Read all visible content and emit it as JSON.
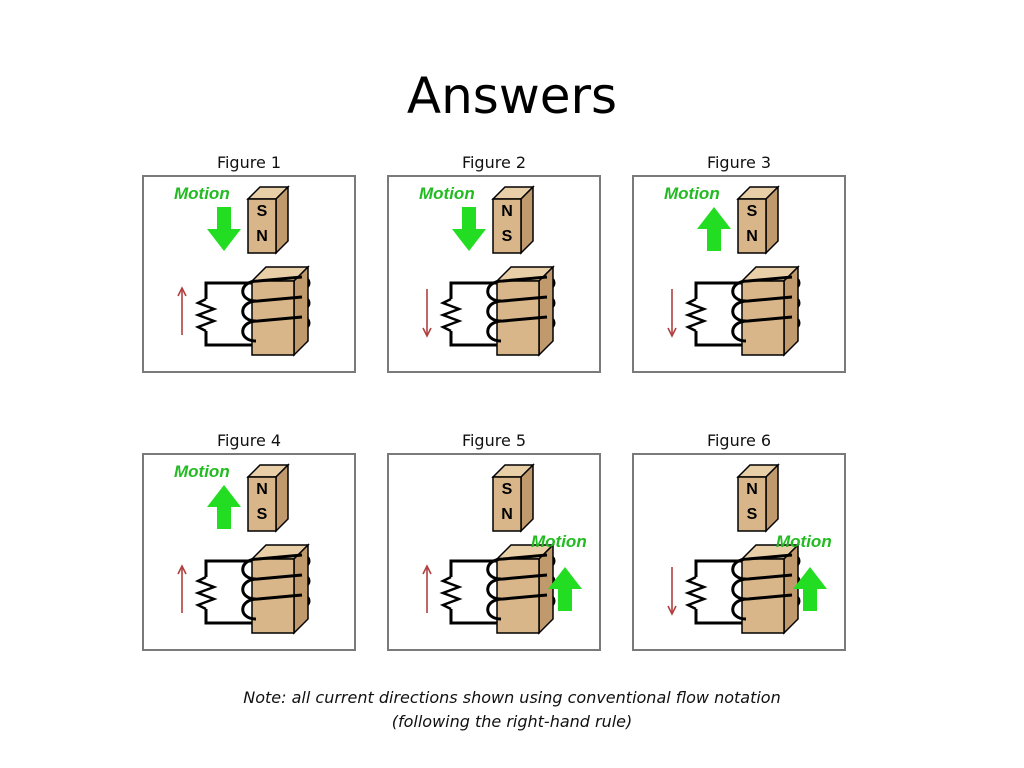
{
  "title": "Answers",
  "colors": {
    "motion_arrow": "#22dd22",
    "motion_text": "#22bb22",
    "current_arrow": "#b04040",
    "magnet_face": "#d9b68a",
    "magnet_side": "#c09a6c",
    "magnet_top": "#e8cfa8",
    "frame": "#7a7a7a"
  },
  "figures": [
    {
      "caption": "Figure 1",
      "motion_label": "Motion",
      "motion": "down",
      "magnet_top_pole": "S",
      "magnet_bottom_pole": "N",
      "current": "up",
      "motion_position": "left-of-magnet"
    },
    {
      "caption": "Figure 2",
      "motion_label": "Motion",
      "motion": "down",
      "magnet_top_pole": "N",
      "magnet_bottom_pole": "S",
      "current": "down",
      "motion_position": "left-of-magnet"
    },
    {
      "caption": "Figure 3",
      "motion_label": "Motion",
      "motion": "up",
      "magnet_top_pole": "S",
      "magnet_bottom_pole": "N",
      "current": "down",
      "motion_position": "left-of-magnet"
    },
    {
      "caption": "Figure 4",
      "motion_label": "Motion",
      "motion": "up",
      "magnet_top_pole": "N",
      "magnet_bottom_pole": "S",
      "current": "up",
      "motion_position": "left-of-magnet"
    },
    {
      "caption": "Figure 5",
      "motion_label": "Motion",
      "motion": "up",
      "magnet_top_pole": "S",
      "magnet_bottom_pole": "N",
      "current": "up",
      "motion_position": "right-of-coil"
    },
    {
      "caption": "Figure 6",
      "motion_label": "Motion",
      "motion": "up",
      "magnet_top_pole": "N",
      "magnet_bottom_pole": "S",
      "current": "down",
      "motion_position": "right-of-coil"
    }
  ],
  "note": {
    "line1": "Note: all current directions shown using conventional flow notation",
    "line2": "(following the right-hand rule)"
  }
}
